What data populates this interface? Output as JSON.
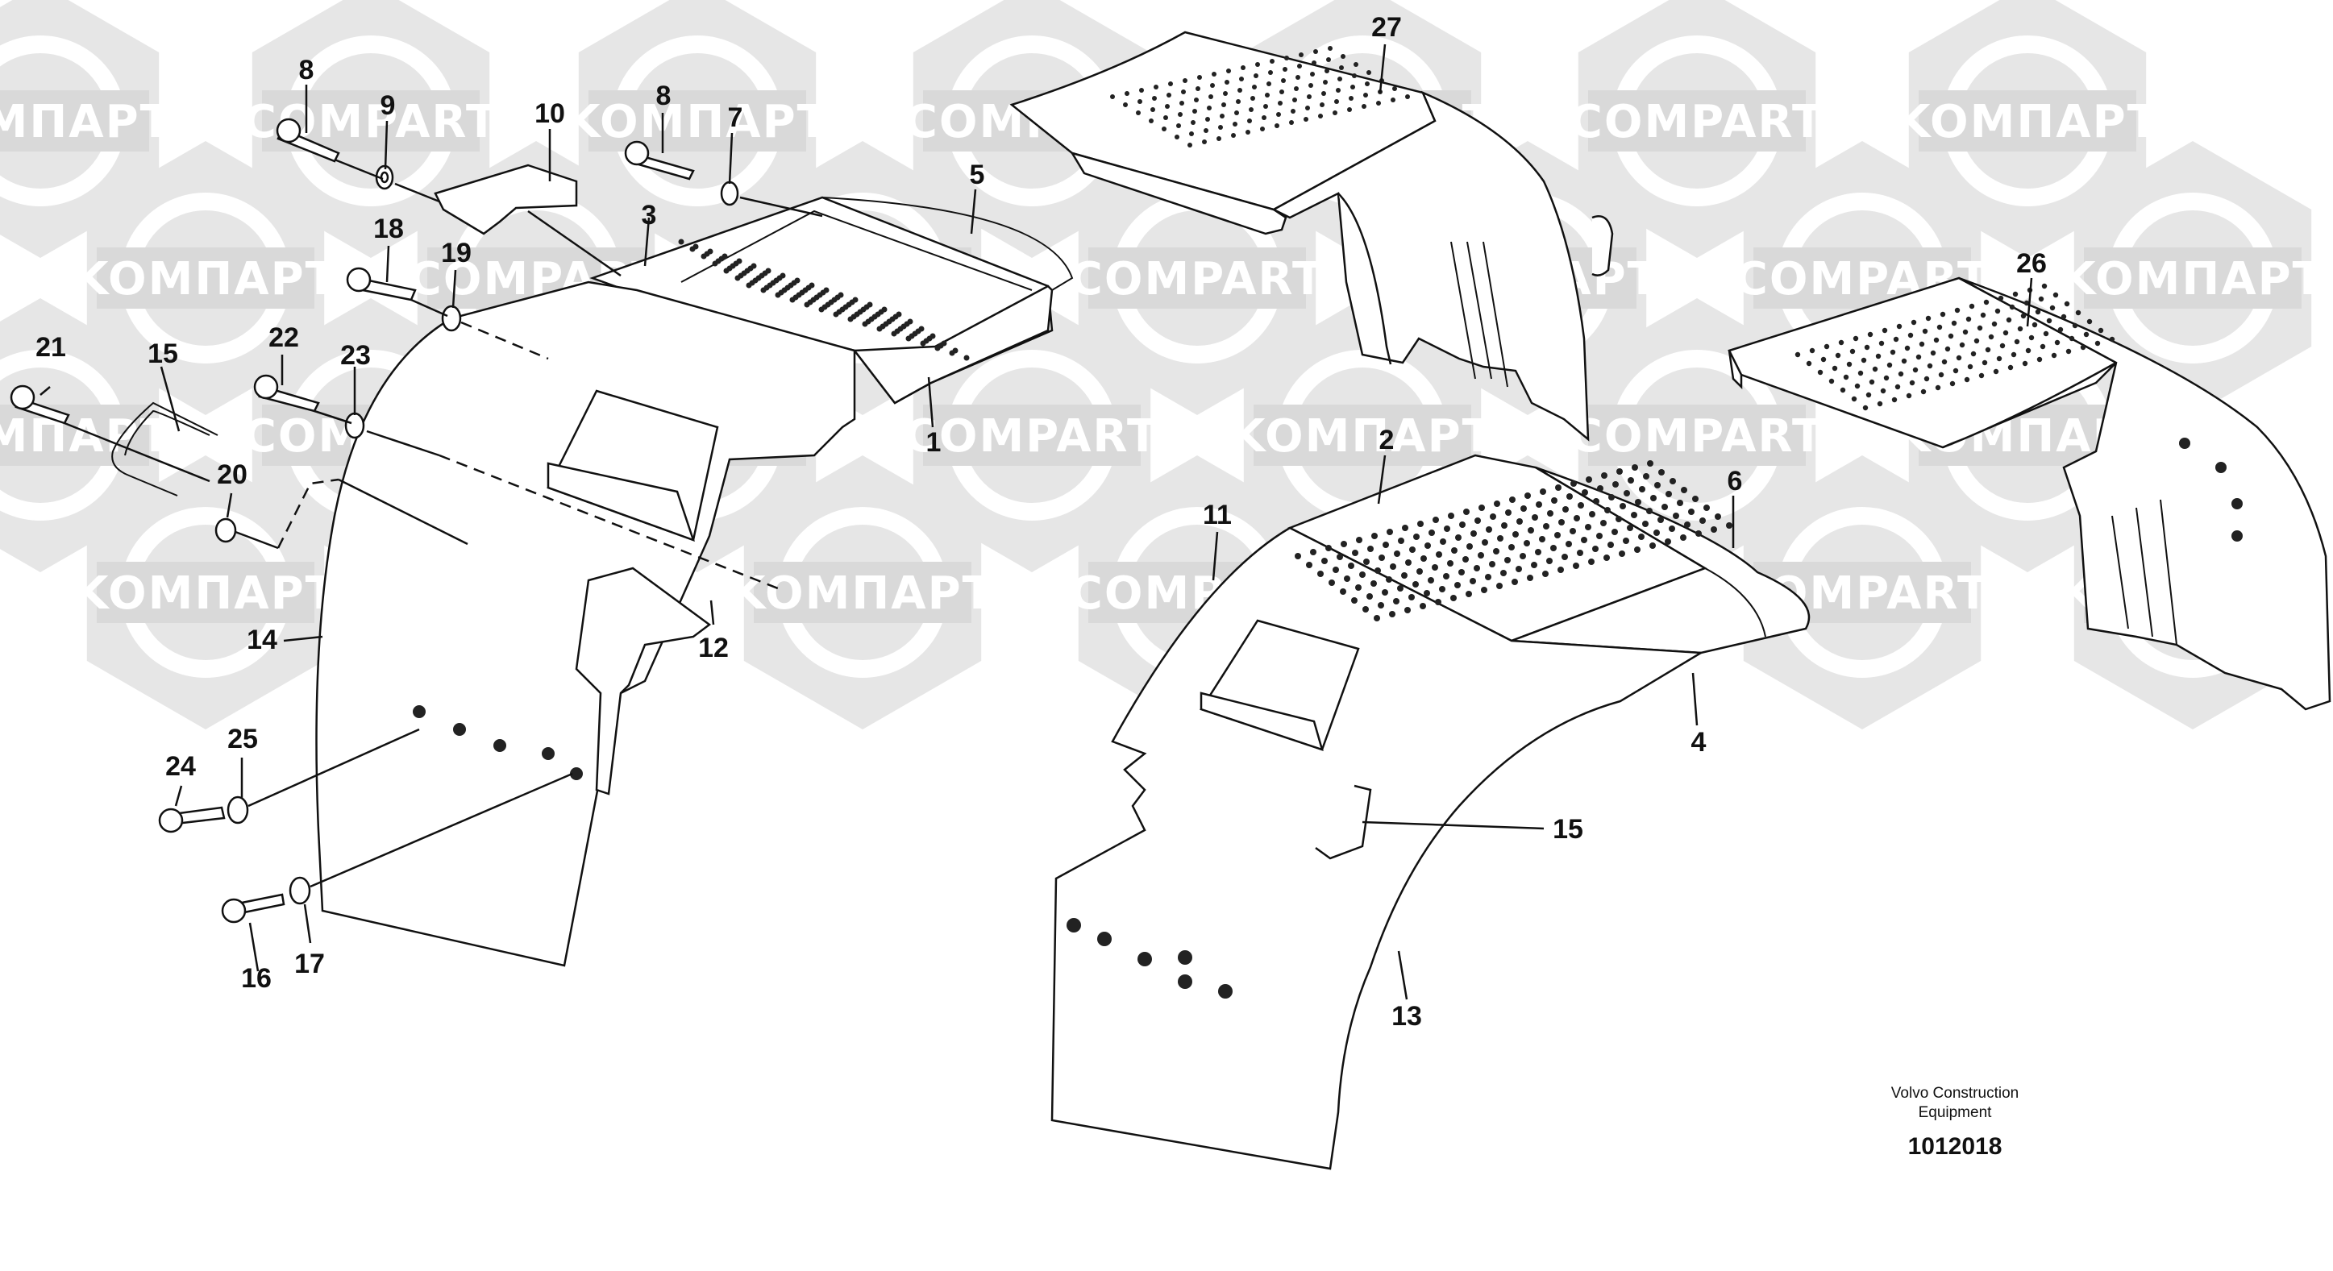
{
  "watermark": {
    "texts": [
      "KOMПAPT",
      "COMPART"
    ],
    "hexagon_color": "#e6e6e6",
    "band_color": "#d9d9d9"
  },
  "callouts": {
    "c8a": "8",
    "c9": "9",
    "c10": "10",
    "c8b": "8",
    "c7": "7",
    "c5": "5",
    "c18": "18",
    "c19": "19",
    "c3": "3",
    "c22": "22",
    "c23": "23",
    "c15a": "15",
    "c21": "21",
    "c20": "20",
    "c1": "1",
    "c14": "14",
    "c12": "12",
    "c25": "25",
    "c24": "24",
    "c17": "17",
    "c16": "16",
    "c27": "27",
    "c26": "26",
    "c2": "2",
    "c6": "6",
    "c11": "11",
    "c4": "4",
    "c15b": "15",
    "c13": "13"
  },
  "caption": {
    "line1": "Volvo Construction",
    "line2": "Equipment",
    "doc_number": "1012018"
  }
}
